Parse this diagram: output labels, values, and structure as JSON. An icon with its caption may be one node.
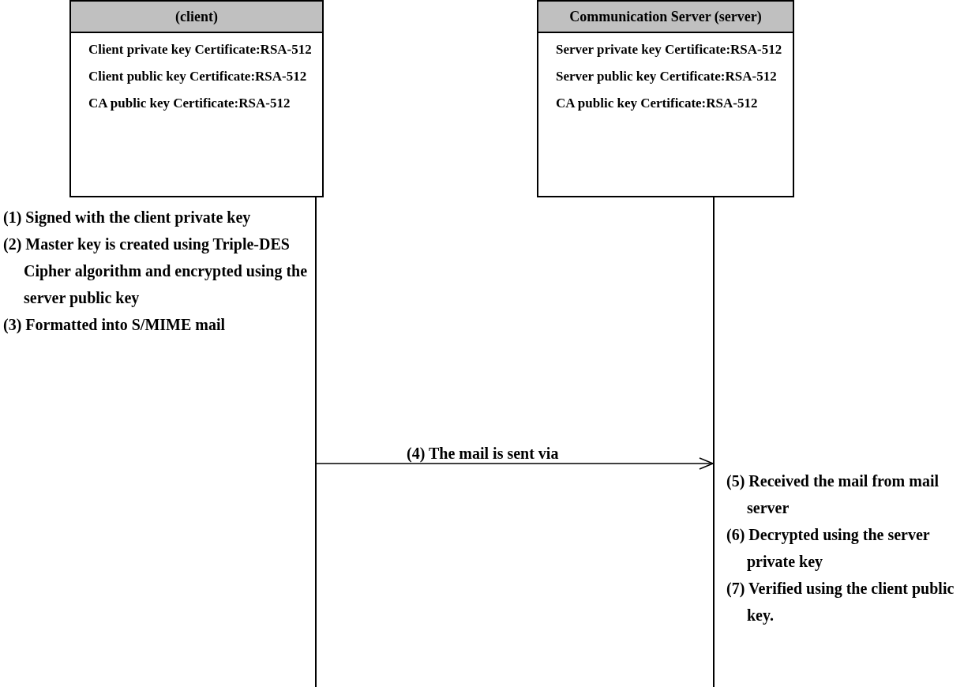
{
  "diagram": {
    "nodes": [
      {
        "text": [
          "(client)",
          "Client private key Certificate:RSA-512",
          "Client public key Certificate:RSA-512",
          "CA public key Certificate:RSA-512"
        ]
      },
      {
        "text": [
          "Communication Server (server)",
          "Server private key Certificate:RSA-512",
          "Server public key Certificate:RSA-512",
          "CA public key Certificate:RSA-512"
        ]
      },
      {
        "text": [],
        "shape": "bar"
      },
      {
        "text": [],
        "shape": "bar"
      }
    ],
    "edges": [
      {
        "from": 2,
        "to": 3,
        "arrow": "to",
        "label": "(4) The mail is sent via"
      }
    ],
    "labels": [
      "(1) Signed with the client private key",
      "(2) Master key is created using Triple-DES Cipher algorithm and encrypted using the server public key",
      "(3) Formatted into S/MIME mail",
      "(5) Received the mail from mail server",
      "(6) Decrypted using the server private key",
      "(7) Verified using the client public key."
    ]
  }
}
